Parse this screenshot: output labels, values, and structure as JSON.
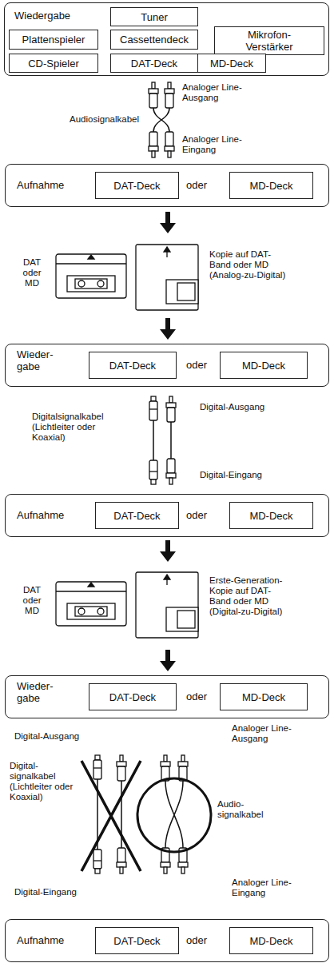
{
  "diagram": {
    "nodes": [
      {
        "text": [
          "Wiedergabe"
        ]
      },
      {
        "text": [
          "Tuner"
        ],
        "in": 0
      },
      {
        "text": [
          "Plattenspieler"
        ],
        "in": 0
      },
      {
        "text": [
          "Cassettendeck"
        ],
        "in": 0
      },
      {
        "text": [
          "Mikrofon- Verstärker"
        ],
        "in": 0
      },
      {
        "text": [
          "CD-Spieler"
        ],
        "in": 0
      },
      {
        "text": [
          "DAT-Deck"
        ],
        "in": 0
      },
      {
        "text": [
          "MD-Deck"
        ],
        "in": 0
      },
      {
        "text": [
          "Aufnahme",
          "oder"
        ]
      },
      {
        "text": [
          "DAT-Deck"
        ],
        "in": 8
      },
      {
        "text": [
          "MD-Deck"
        ],
        "in": 8
      },
      {
        "text": [
          "Wieder- gabe",
          "oder"
        ]
      },
      {
        "text": [
          "DAT-Deck"
        ],
        "in": 11
      },
      {
        "text": [
          "MD-Deck"
        ],
        "in": 11
      },
      {
        "text": [
          "Aufnahme",
          "oder"
        ]
      },
      {
        "text": [
          "DAT-Deck"
        ],
        "in": 14
      },
      {
        "text": [
          "MD-Deck"
        ],
        "in": 14
      },
      {
        "text": [
          "Wieder- gabe",
          "oder"
        ]
      },
      {
        "text": [
          "DAT-Deck"
        ],
        "in": 17
      },
      {
        "text": [
          "MD-Deck"
        ],
        "in": 17
      },
      {
        "text": [
          "Aufnahme",
          "oder"
        ]
      },
      {
        "text": [
          "DAT-Deck"
        ],
        "in": 20
      },
      {
        "text": [
          "MD-Deck"
        ],
        "in": 20
      }
    ],
    "labels": [
      "Analoger Line- Ausgang",
      "Audiosignalkabel",
      "Analoger Line- Eingang",
      "DAT oder MD",
      "Kopie auf DAT- Band oder MD (Analog-zu-Digital)",
      "Digital-Ausgang",
      "Digitalsignalkabel (Lichtleiter oder Koaxial)",
      "Digital-Eingang",
      "DAT oder MD",
      "Erste-Generation- Kopie auf DAT- Band oder MD (Digital-zu-Digital)",
      "Digital-Ausgang",
      "Analoger Line- Ausgang",
      "Digital- signalkabel (Lichtleiter oder Koaxial)",
      "Audio- signalkabel",
      "Digital-Eingang",
      "Analoger Line- Eingang"
    ]
  }
}
